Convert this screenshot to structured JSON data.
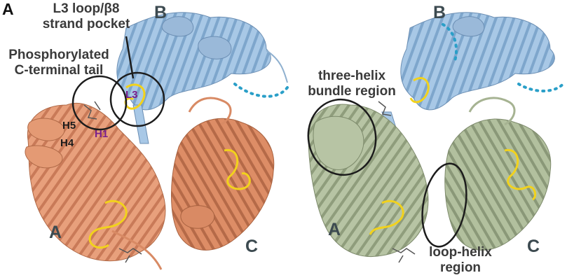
{
  "panel_a_label": "A",
  "left_structure": {
    "subunit_labels": {
      "a": "A",
      "b": "B",
      "c": "C"
    },
    "annotations": {
      "pocket": "L3 loop/β8\nstrand pocket",
      "tail": "Phosphorylated\nC-terminal tail"
    },
    "helix_labels": {
      "h5": "H5",
      "h4": "H4",
      "h1": "H1",
      "l3": "L3"
    }
  },
  "right_structure": {
    "subunit_labels": {
      "a": "A",
      "b": "B",
      "c": "C"
    },
    "annotations": {
      "three_helix": "three-helix\nbundle region",
      "loop_helix": "loop-helix\nregion"
    }
  },
  "colors": {
    "subunit_a_left": "#e8a07c",
    "subunit_b": "#a8c8e6",
    "subunit_c_left": "#e0926c",
    "subunit_gray_green": "#b7c4a4",
    "loops_yellow": "#f2d21c",
    "disordered_dots": "#2a9fc8",
    "circle_outline": "#1c1c1c"
  }
}
